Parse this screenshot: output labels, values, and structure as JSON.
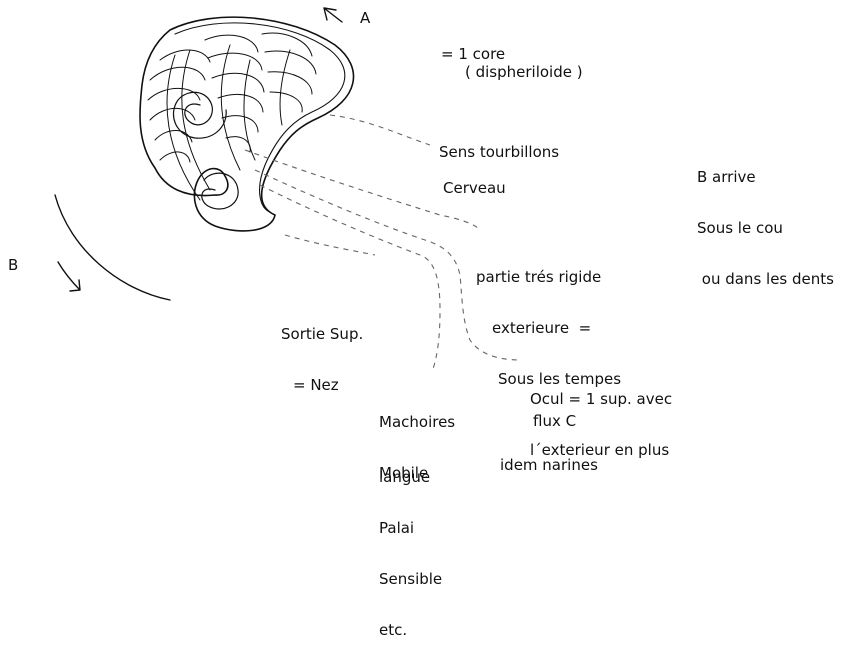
{
  "labels": {
    "a": "A",
    "b": "B",
    "core": "= 1 core",
    "core_sub": "( dispheriloide )",
    "sens": "Sens tourbillons",
    "cerveau": "Cerveau",
    "b_arrive": [
      "B arrive",
      "Sous le cou",
      " ou dans les dents"
    ],
    "partie": [
      "partie trés rigide",
      "exterieure  =",
      "Sous les tempes"
    ],
    "sortie": [
      "Sortie Sup.",
      "= Nez"
    ],
    "ocul": [
      "Ocul = 1 sup. avec",
      "l´exterieur en plus"
    ],
    "flux": "flux C",
    "machoires": [
      "Machoires",
      "Mobile"
    ],
    "langue": [
      "langue",
      "Palai",
      "Sensible",
      "etc."
    ],
    "idem": "idem narines"
  },
  "colors": {
    "ink": "#111111",
    "dash": "#666666"
  }
}
